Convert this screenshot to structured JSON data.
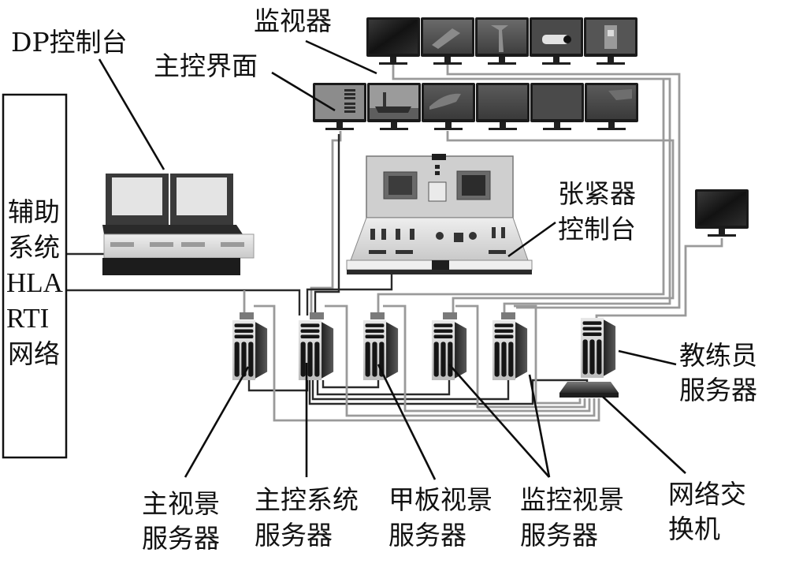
{
  "diagram": {
    "title": "",
    "labels": {
      "monitors": "监视器",
      "main_control_ui": "主控界面",
      "dp_console": "DP控制台",
      "tensioner_console_line1": "张紧器",
      "tensioner_console_line2": "控制台",
      "instructor_server_line1": "教练员",
      "instructor_server_line2": "服务器",
      "network_switch_line1": "网络交",
      "network_switch_line2": "换机",
      "main_view_server_line1": "主视景",
      "main_view_server_line2": "服务器",
      "main_control_server_line1": "主控系统",
      "main_control_server_line2": "服务器",
      "deck_view_server_line1": "甲板视景",
      "deck_view_server_line2": "服务器",
      "monitor_view_server_line1": "监控视景",
      "monitor_view_server_line2": "服务器"
    },
    "hla_box": {
      "lines": [
        "辅助",
        "系统",
        "HLA",
        "RTI",
        "网络"
      ]
    },
    "nodes": {
      "top_monitor_row": [
        "monitor-blank",
        "monitor-ship-underwater",
        "monitor-riser",
        "monitor-equipment-closeup",
        "monitor-deck-machinery"
      ],
      "second_monitor_row": [
        "monitor-main-control-ui",
        "monitor-vessel-scene",
        "monitor-underwater-ship",
        "monitor-sea-surface",
        "monitor-sea-dark",
        "monitor-sea-scene"
      ],
      "servers": [
        "main-view-server",
        "main-control-server",
        "deck-view-server",
        "monitor-view-server-1",
        "monitor-view-server-2",
        "instructor-server"
      ],
      "consoles": [
        "dp-console",
        "tensioner-console"
      ],
      "instructor_monitor": "instructor-monitor",
      "switch": "network-switch"
    },
    "colors": {
      "cable_dark": "#2a2a2a",
      "cable_gray": "#9a9a9a",
      "text": "#111111"
    }
  }
}
